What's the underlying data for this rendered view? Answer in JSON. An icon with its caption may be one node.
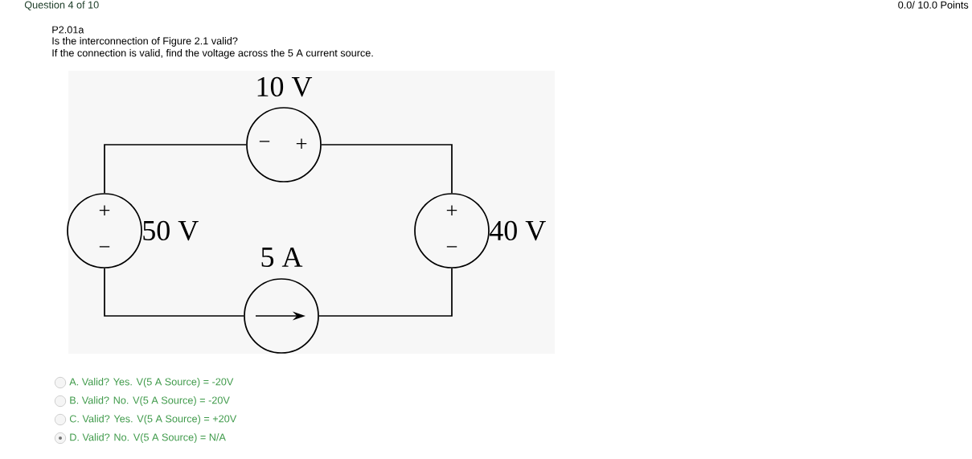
{
  "diagram": {
    "nodes": [
      {
        "text": [
          "−",
          "+"
        ],
        "beside": [
          "10 V"
        ]
      },
      {
        "text": [
          "+",
          "−"
        ],
        "beside": [
          "50 V"
        ]
      },
      {
        "text": [
          "+",
          "−"
        ],
        "beside": [
          "40 V"
        ]
      },
      {
        "text": [],
        "shape": "circle",
        "beside": [
          "5 A"
        ]
      }
    ],
    "edges": [
      {
        "from": 1,
        "to": 0,
        "arrow": "none"
      },
      {
        "from": 0,
        "to": 2,
        "arrow": "none"
      },
      {
        "from": 2,
        "to": 3,
        "arrow": "none"
      },
      {
        "from": 3,
        "to": 1,
        "arrow": "none"
      }
    ],
    "labels": [
      "Question 4 of 10",
      "0.0/ 10.0 Points",
      "P2.01a",
      "Is the interconnection of Figure 2.1 valid?",
      "If the connection is valid, find the voltage across the 5 A current source.",
      "A. Valid? Yes. V(5 A Source) = -20V",
      "B. Valid? No. V(5 A Source) = -20V",
      "C. Valid? Yes. V(5 A Source) = +20V",
      "D. Valid? No. V(5 A Source) = N/A"
    ]
  }
}
